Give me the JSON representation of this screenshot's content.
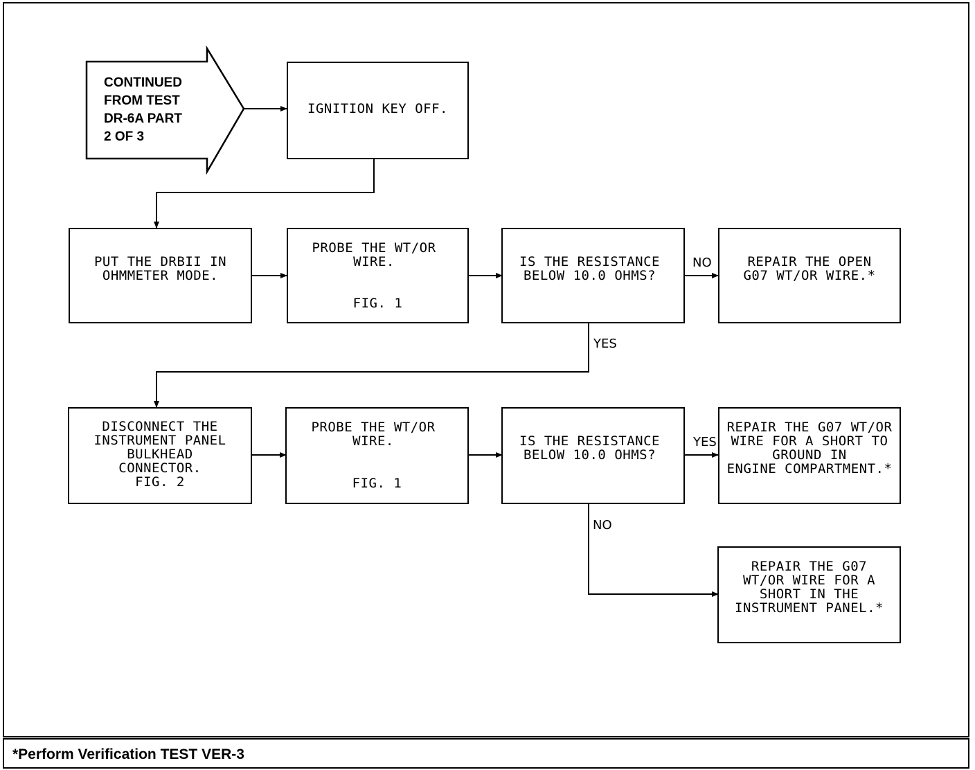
{
  "start": {
    "text": "CONTINUED\nFROM TEST\nDR-6A PART\n2 OF 3"
  },
  "steps": {
    "ignition": "IGNITION KEY OFF.",
    "drbii_mode": "PUT THE DRBII IN\nOHMMETER MODE.",
    "probe1": "PROBE THE WT/OR\nWIRE.",
    "probe1_fig": "FIG. 1",
    "question1": "IS THE RESISTANCE\nBELOW 10.0 OHMS?",
    "repair_open": "REPAIR THE OPEN\nG07 WT/OR WIRE.*",
    "disconnect": "DISCONNECT THE\nINSTRUMENT PANEL\nBULKHEAD\nCONNECTOR.\nFIG. 2",
    "probe2": "PROBE THE WT/OR\nWIRE.",
    "probe2_fig": "FIG. 1",
    "question2": "IS THE RESISTANCE\nBELOW 10.0 OHMS?",
    "repair_short_ground": "REPAIR THE G07 WT/OR\nWIRE FOR A SHORT TO\nGROUND IN\nENGINE COMPARTMENT.*",
    "repair_short_panel": "REPAIR THE G07\nWT/OR WIRE FOR A\nSHORT IN THE\nINSTRUMENT PANEL.*"
  },
  "labels": {
    "q1_no": "NO",
    "q1_yes": "YES",
    "q2_yes": "YES",
    "q2_no": "NO"
  },
  "footer": {
    "text": "*Perform Verification TEST VER-3"
  }
}
